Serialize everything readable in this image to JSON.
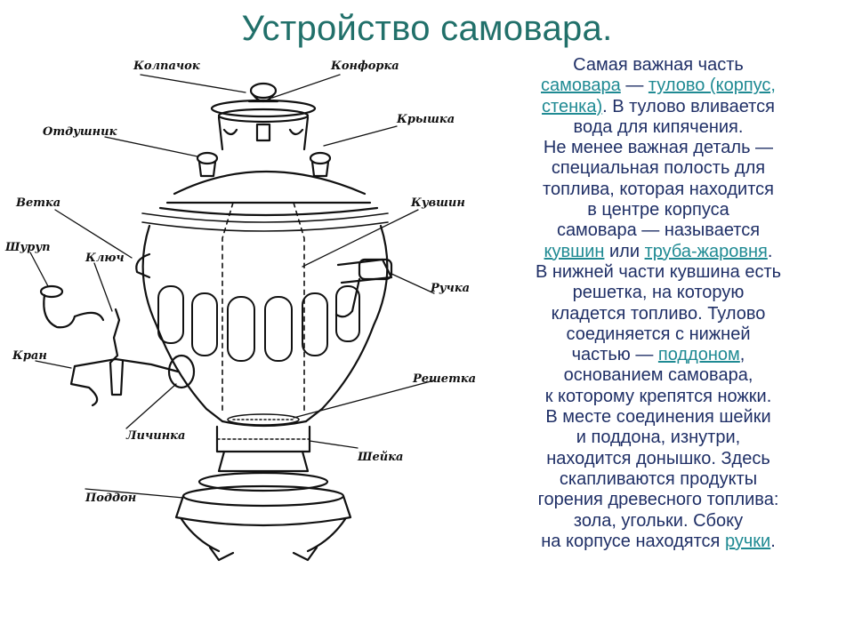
{
  "title": "Устройство самовара.",
  "diagram": {
    "labels": {
      "kolpachok": "Колпачок",
      "konforka": "Конфорка",
      "otdushnik": "Отдушник",
      "kryshka": "Крышка",
      "vetka": "Ветка",
      "kuvshin": "Кувшин",
      "shurup": "Шуруп",
      "klyuch": "Ключ",
      "ruchka": "Ручка",
      "kran": "Кран",
      "reshetka": "Решетка",
      "lichinka": "Личинка",
      "sheyka": "Шейка",
      "poddon": "Поддон"
    }
  },
  "text": {
    "l1": "Самая важная часть",
    "l2_link1": "самовара",
    "l2_mid": "— ",
    "l2_link2": "тулово (корпус,",
    "l3_link": "стенка)",
    "l3_rest": ". В тулово вливается",
    "l4": "вода для кипячения.",
    "l5": "Не менее важная деталь —",
    "l6": "специальная полость для",
    "l7": "топлива, которая находится",
    "l8": "в центре корпуса",
    "l9": "самовара  — называется",
    "l10_link1": "кувшин",
    "l10_mid": " или ",
    "l10_link2": "труба-жаровня",
    "l10_end": ".",
    "l11": "В нижней части кувшина есть",
    "l12": "решетка, на которую",
    "l13": "кладется топливо. Тулово",
    "l14": "соединяется с нижней",
    "l15_pre": "частью — ",
    "l15_link": "поддоном",
    "l15_end": ",",
    "l16": "основанием самовара,",
    "l17": "к которому крепятся ножки.",
    "l18": "В месте соединения шейки",
    "l19": "и поддона, изнутри,",
    "l20": "находится донышко. Здесь",
    "l21": "скапливаются продукты",
    "l22": "горения древесного топлива:",
    "l23": "зола, угольки. Сбоку",
    "l24_pre": "на корпусе находятся ",
    "l24_link": "ручки",
    "l24_end": "."
  }
}
